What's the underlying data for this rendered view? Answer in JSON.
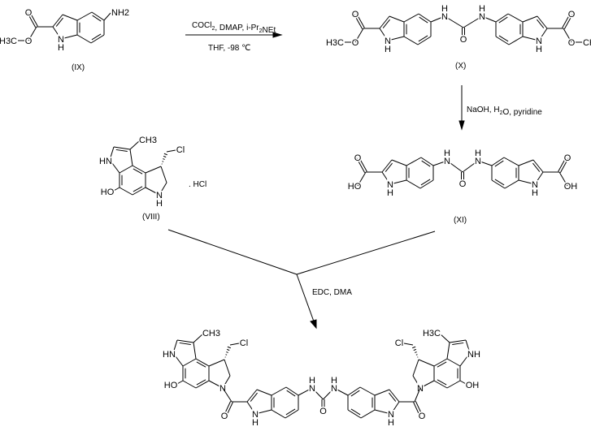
{
  "scheme": {
    "step1": {
      "reagents_top": "COCl2, DMAP, i-Pr2NEt",
      "reagents_bottom": "THF, -98 ℃"
    },
    "step2": {
      "reagents": "NaOH, H2O, pyridine"
    },
    "step3": {
      "reagents": "EDC, DMA"
    },
    "salt": ". HCl"
  },
  "compounds": {
    "IX": "(IX)",
    "X": "(X)",
    "XI": "(XI)",
    "VIII": "(VIII)"
  },
  "atoms": {
    "O": "O",
    "N": "N",
    "H": "H",
    "NH": "NH",
    "HN": "HN",
    "HO": "HO",
    "OH": "OH",
    "Cl": "Cl",
    "CH3": "CH3",
    "H3C": "H3C",
    "NH2": "NH2"
  },
  "colors": {
    "ink": "#000000",
    "background": "#ffffff"
  }
}
